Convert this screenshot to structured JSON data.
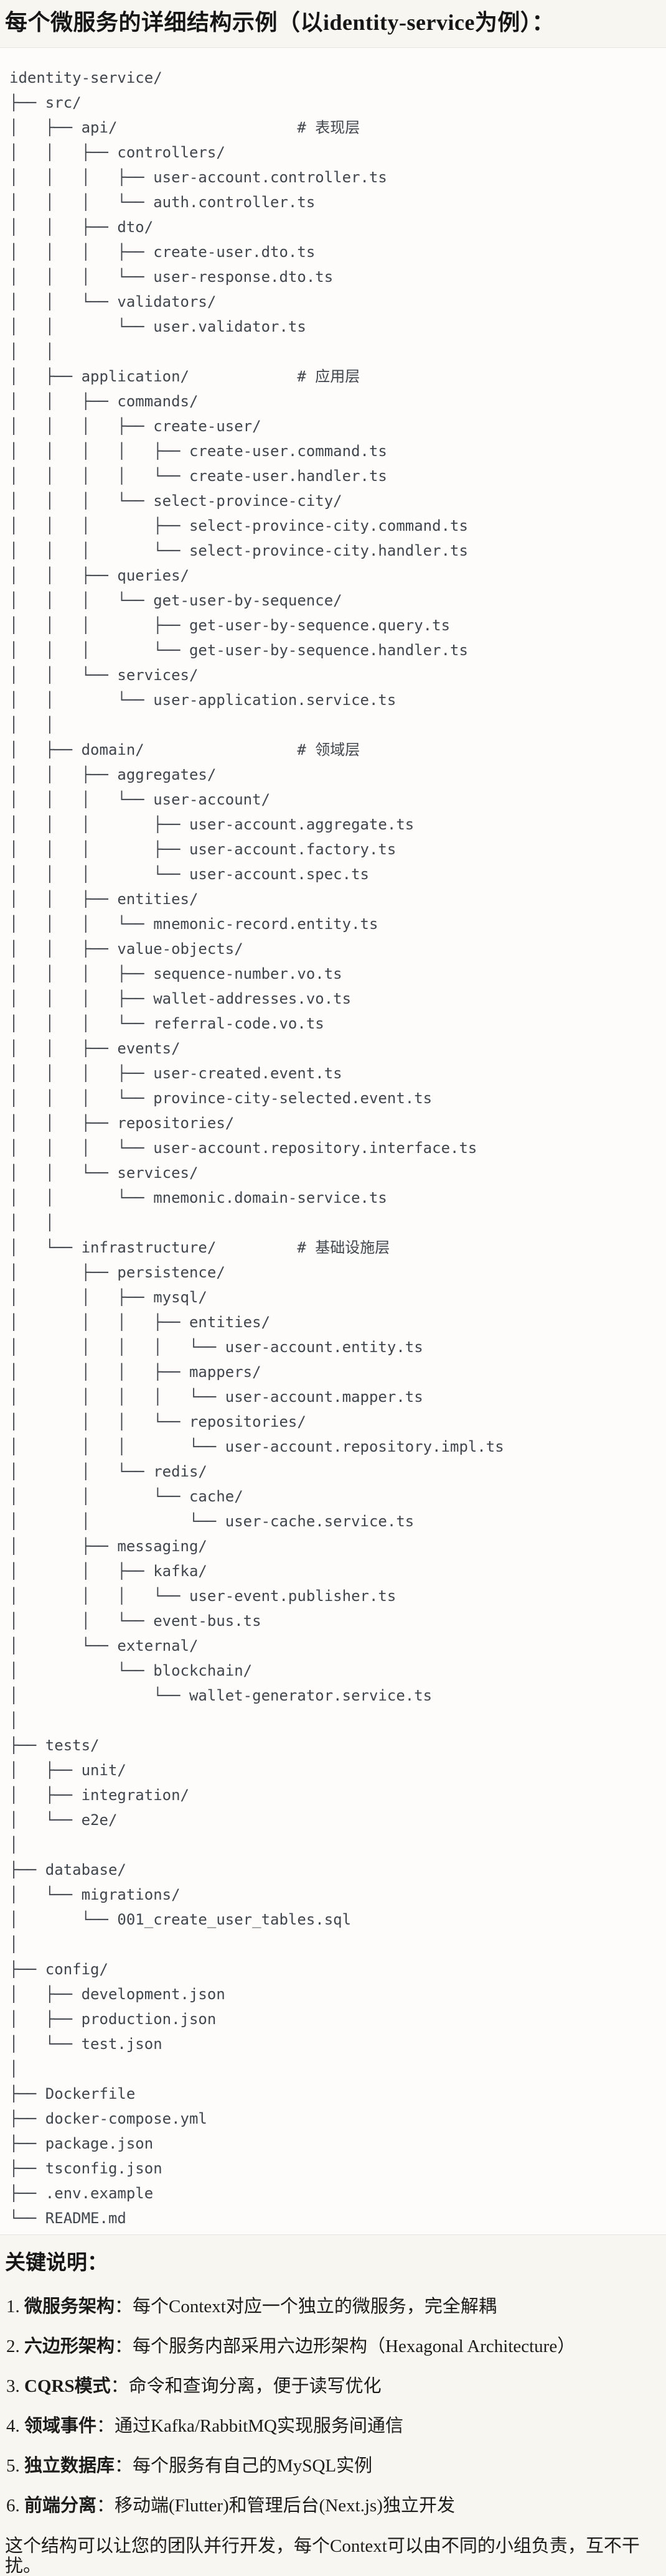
{
  "page": {
    "title": "每个微服务的详细结构示例（以identity-service为例）：",
    "colors": {
      "page_background": "#f7f6f1",
      "code_block_background": "#fdfcfa",
      "code_block_border": "#e6e4df",
      "tree_text": "#41464d",
      "body_text": "#1c1c1a"
    },
    "tree_lines": [
      "identity-service/",
      "├── src/",
      "│   ├── api/                    # 表现层",
      "│   │   ├── controllers/",
      "│   │   │   ├── user-account.controller.ts",
      "│   │   │   └── auth.controller.ts",
      "│   │   ├── dto/",
      "│   │   │   ├── create-user.dto.ts",
      "│   │   │   └── user-response.dto.ts",
      "│   │   └── validators/",
      "│   │       └── user.validator.ts",
      "│   │",
      "│   ├── application/            # 应用层",
      "│   │   ├── commands/",
      "│   │   │   ├── create-user/",
      "│   │   │   │   ├── create-user.command.ts",
      "│   │   │   │   └── create-user.handler.ts",
      "│   │   │   └── select-province-city/",
      "│   │   │       ├── select-province-city.command.ts",
      "│   │   │       └── select-province-city.handler.ts",
      "│   │   ├── queries/",
      "│   │   │   └── get-user-by-sequence/",
      "│   │   │       ├── get-user-by-sequence.query.ts",
      "│   │   │       └── get-user-by-sequence.handler.ts",
      "│   │   └── services/",
      "│   │       └── user-application.service.ts",
      "│   │",
      "│   ├── domain/                 # 领域层",
      "│   │   ├── aggregates/",
      "│   │   │   └── user-account/",
      "│   │   │       ├── user-account.aggregate.ts",
      "│   │   │       ├── user-account.factory.ts",
      "│   │   │       └── user-account.spec.ts",
      "│   │   ├── entities/",
      "│   │   │   └── mnemonic-record.entity.ts",
      "│   │   ├── value-objects/",
      "│   │   │   ├── sequence-number.vo.ts",
      "│   │   │   ├── wallet-addresses.vo.ts",
      "│   │   │   └── referral-code.vo.ts",
      "│   │   ├── events/",
      "│   │   │   ├── user-created.event.ts",
      "│   │   │   └── province-city-selected.event.ts",
      "│   │   ├── repositories/",
      "│   │   │   └── user-account.repository.interface.ts",
      "│   │   └── services/",
      "│   │       └── mnemonic.domain-service.ts",
      "│   │",
      "│   └── infrastructure/         # 基础设施层",
      "│       ├── persistence/",
      "│       │   ├── mysql/",
      "│       │   │   ├── entities/",
      "│       │   │   │   └── user-account.entity.ts",
      "│       │   │   ├── mappers/",
      "│       │   │   │   └── user-account.mapper.ts",
      "│       │   │   └── repositories/",
      "│       │   │       └── user-account.repository.impl.ts",
      "│       │   └── redis/",
      "│       │       └── cache/",
      "│       │           └── user-cache.service.ts",
      "│       ├── messaging/",
      "│       │   ├── kafka/",
      "│       │   │   └── user-event.publisher.ts",
      "│       │   └── event-bus.ts",
      "│       └── external/",
      "│           └── blockchain/",
      "│               └── wallet-generator.service.ts",
      "│",
      "├── tests/",
      "│   ├── unit/",
      "│   ├── integration/",
      "│   └── e2e/",
      "│",
      "├── database/",
      "│   └── migrations/",
      "│       └── 001_create_user_tables.sql",
      "│",
      "├── config/",
      "│   ├── development.json",
      "│   ├── production.json",
      "│   └── test.json",
      "│",
      "├── Dockerfile",
      "├── docker-compose.yml",
      "├── package.json",
      "├── tsconfig.json",
      "├── .env.example",
      "└── README.md"
    ],
    "notes": {
      "heading": "关键说明：",
      "items": [
        {
          "num": "1.",
          "term": "微服务架构",
          "sep": "：",
          "desc": "每个Context对应一个独立的微服务，完全解耦"
        },
        {
          "num": "2.",
          "term": "六边形架构",
          "sep": "：",
          "desc": "每个服务内部采用六边形架构（Hexagonal Architecture）"
        },
        {
          "num": "3.",
          "term": "CQRS模式",
          "sep": "：",
          "desc": "命令和查询分离，便于读写优化"
        },
        {
          "num": "4.",
          "term": "领域事件",
          "sep": "：",
          "desc": "通过Kafka/RabbitMQ实现服务间通信"
        },
        {
          "num": "5.",
          "term": "独立数据库",
          "sep": "：",
          "desc": "每个服务有自己的MySQL实例"
        },
        {
          "num": "6.",
          "term": "前端分离",
          "sep": "：",
          "desc": "移动端(Flutter)和管理后台(Next.js)独立开发"
        }
      ],
      "closing": "这个结构可以让您的团队并行开发，每个Context可以由不同的小组负责，互不干扰。"
    }
  }
}
